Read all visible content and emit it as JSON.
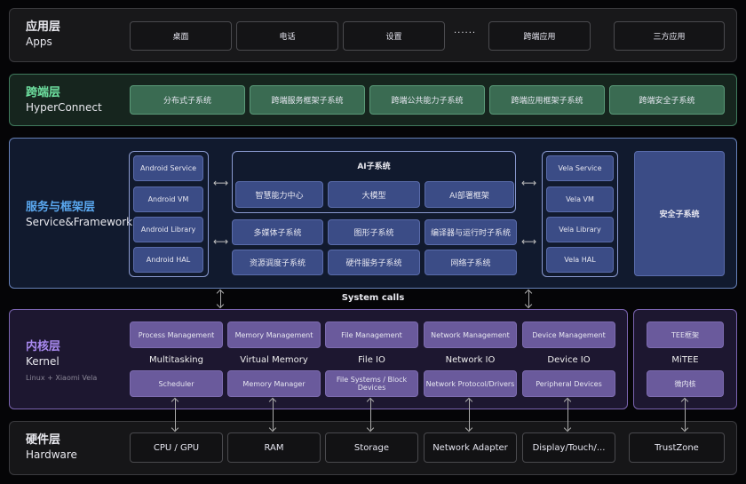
{
  "apps": {
    "title_zh": "应用层",
    "title_en": "Apps",
    "items": [
      "桌面",
      "电话",
      "设置",
      "······",
      "跨端应用",
      "三方应用"
    ]
  },
  "hyperconnect": {
    "title_zh": "跨端层",
    "title_en": "HyperConnect",
    "items": [
      "分布式子系统",
      "跨端服务框架子系统",
      "跨端公共能力子系统",
      "跨端应用框架子系统",
      "跨端安全子系统"
    ]
  },
  "service": {
    "title_zh": "服务与框架层",
    "title_en": "Service&Framework",
    "android": [
      "Android Service",
      "Android VM",
      "Android Library",
      "Android HAL"
    ],
    "ai_title": "AI子系统",
    "ai": [
      "智慧能力中心",
      "大模型",
      "AI部署框架"
    ],
    "subsystems": [
      "多媒体子系统",
      "图形子系统",
      "编译器与运行时子系统",
      "资源调度子系统",
      "硬件服务子系统",
      "网络子系统"
    ],
    "vela": [
      "Vela Service",
      "Vela VM",
      "Vela Library",
      "Vela HAL"
    ],
    "security": "安全子系统"
  },
  "system_calls": "System calls",
  "kernel": {
    "title_zh": "内核层",
    "title_en": "Kernel",
    "subtitle": "Linux + Xiaomi Vela",
    "columns": [
      {
        "top": "Process Management",
        "mid": "Multitasking",
        "bottom": "Scheduler"
      },
      {
        "top": "Memory Management",
        "mid": "Virtual Memory",
        "bottom": "Memory Manager"
      },
      {
        "top": "File Management",
        "mid": "File IO",
        "bottom": "File Systems / Block Devices"
      },
      {
        "top": "Network Management",
        "mid": "Network IO",
        "bottom": "Network Protocol/Drivers"
      },
      {
        "top": "Device Management",
        "mid": "Device IO",
        "bottom": "Peripheral Devices"
      }
    ],
    "tee": {
      "top": "TEE框架",
      "mid": "MiTEE",
      "bottom": "微内核"
    }
  },
  "hardware": {
    "title_zh": "硬件层",
    "title_en": "Hardware",
    "items": [
      "CPU / GPU",
      "RAM",
      "Storage",
      "Network Adapter",
      "Display/Touch/...",
      "TrustZone"
    ]
  }
}
